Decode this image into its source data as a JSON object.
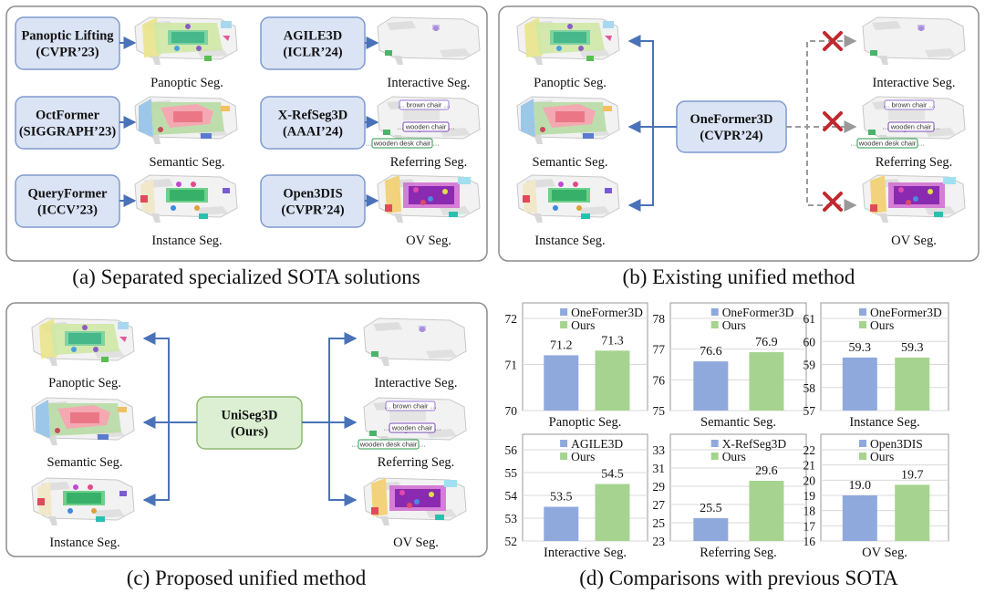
{
  "panels": {
    "a": {
      "caption": "(a) Separated specialized SOTA solutions",
      "methods": [
        {
          "name": "Panoptic Lifting",
          "venue": "(CVPR’23)",
          "task": "Panoptic Seg."
        },
        {
          "name": "OctFormer",
          "venue": "(SIGGRAPH’23)",
          "task": "Semantic Seg."
        },
        {
          "name": "QueryFormer",
          "venue": "(ICCV’23)",
          "task": "Instance Seg."
        },
        {
          "name": "AGILE3D",
          "venue": "(ICLR’24)",
          "task": "Interactive Seg."
        },
        {
          "name": "X-RefSeg3D",
          "venue": "(AAAI’24)",
          "task": "Referring Seg."
        },
        {
          "name": "Open3DIS",
          "venue": "(CVPR’24)",
          "task": "OV Seg."
        }
      ]
    },
    "b": {
      "caption": "(b) Existing unified method",
      "method": {
        "name": "OneFormer3D",
        "venue": "(CVPR’24)"
      },
      "supported": [
        "Panoptic Seg.",
        "Semantic Seg.",
        "Instance Seg."
      ],
      "unsupported": [
        "Interactive Seg.",
        "Referring Seg.",
        "OV Seg."
      ]
    },
    "c": {
      "caption": "(c) Proposed unified method",
      "method": {
        "name": "UniSeg3D",
        "venue": "(Ours)"
      },
      "left_tasks": [
        "Panoptic Seg.",
        "Semantic Seg.",
        "Instance Seg."
      ],
      "right_tasks": [
        "Interactive Seg.",
        "Referring Seg.",
        "OV Seg."
      ]
    },
    "d": {
      "caption": "(d) Comparisons with previous SOTA"
    }
  },
  "referring_tags": [
    "… brown chair …",
    "… wooden chair …",
    "… wooden desk chair …"
  ],
  "colors": {
    "blue_box": "#dbe4f5",
    "blue_edge": "#7f9ad0",
    "green_box": "#dcefd2",
    "green_edge": "#8dbb6e",
    "arrow": "#4a72b8",
    "bar_prev": "#8fa9dc",
    "bar_ours": "#a6d490",
    "cross": "#c0282e"
  },
  "chart_data": [
    {
      "type": "bar",
      "xlabel": "Panoptic Seg.",
      "series": [
        {
          "name": "OneFormer3D",
          "values": [
            71.2
          ]
        },
        {
          "name": "Ours",
          "values": [
            71.3
          ]
        }
      ],
      "labels": [
        "71.2",
        "71.3"
      ],
      "ylim": [
        70,
        72
      ],
      "yticks": [
        "70",
        "71",
        "72"
      ]
    },
    {
      "type": "bar",
      "xlabel": "Semantic Seg.",
      "series": [
        {
          "name": "OneFormer3D",
          "values": [
            76.6
          ]
        },
        {
          "name": "Ours",
          "values": [
            76.9
          ]
        }
      ],
      "labels": [
        "76.6",
        "76.9"
      ],
      "ylim": [
        75,
        78
      ],
      "yticks": [
        "75",
        "76",
        "77",
        "78"
      ]
    },
    {
      "type": "bar",
      "xlabel": "Instance Seg.",
      "series": [
        {
          "name": "OneFormer3D",
          "values": [
            59.3
          ]
        },
        {
          "name": "Ours",
          "values": [
            59.3
          ]
        }
      ],
      "labels": [
        "59.3",
        "59.3"
      ],
      "ylim": [
        57,
        61
      ],
      "yticks": [
        "57",
        "58",
        "59",
        "60",
        "61"
      ]
    },
    {
      "type": "bar",
      "xlabel": "Interactive Seg.",
      "series": [
        {
          "name": "AGILE3D",
          "values": [
            53.5
          ]
        },
        {
          "name": "Ours",
          "values": [
            54.5
          ]
        }
      ],
      "labels": [
        "53.5",
        "54.5"
      ],
      "ylim": [
        52,
        56
      ],
      "yticks": [
        "52",
        "53",
        "54",
        "55",
        "56"
      ]
    },
    {
      "type": "bar",
      "xlabel": "Referring Seg.",
      "series": [
        {
          "name": "X-RefSeg3D",
          "values": [
            25.5
          ]
        },
        {
          "name": "Ours",
          "values": [
            29.6
          ]
        }
      ],
      "labels": [
        "25.5",
        "29.6"
      ],
      "ylim": [
        23,
        33
      ],
      "yticks": [
        "23",
        "25",
        "27",
        "29",
        "31",
        "33"
      ]
    },
    {
      "type": "bar",
      "xlabel": "OV Seg.",
      "series": [
        {
          "name": "Open3DIS",
          "values": [
            19.0
          ]
        },
        {
          "name": "Ours",
          "values": [
            19.7
          ]
        }
      ],
      "labels": [
        "19.0",
        "19.7"
      ],
      "ylim": [
        16,
        22
      ],
      "yticks": [
        "16",
        "17",
        "18",
        "19",
        "20",
        "21",
        "22"
      ]
    }
  ]
}
